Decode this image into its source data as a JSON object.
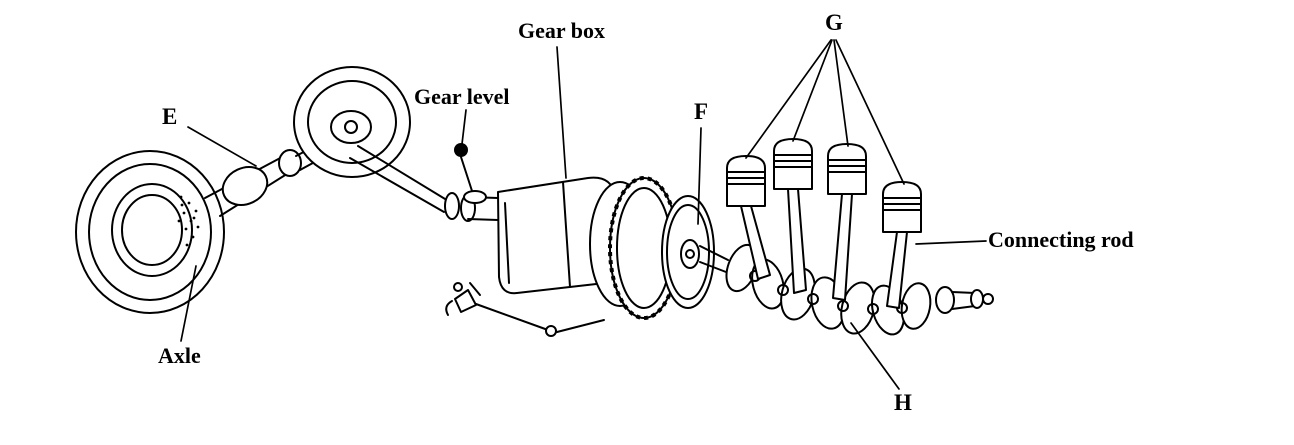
{
  "colors": {
    "ink": "#000000",
    "background": "#ffffff"
  },
  "labels": {
    "gear_box": "Gear box",
    "g": "G",
    "gear_level": "Gear level",
    "e": "E",
    "f": "F",
    "connecting_rod": "Connecting rod",
    "axle": "Axle",
    "h": "H"
  }
}
